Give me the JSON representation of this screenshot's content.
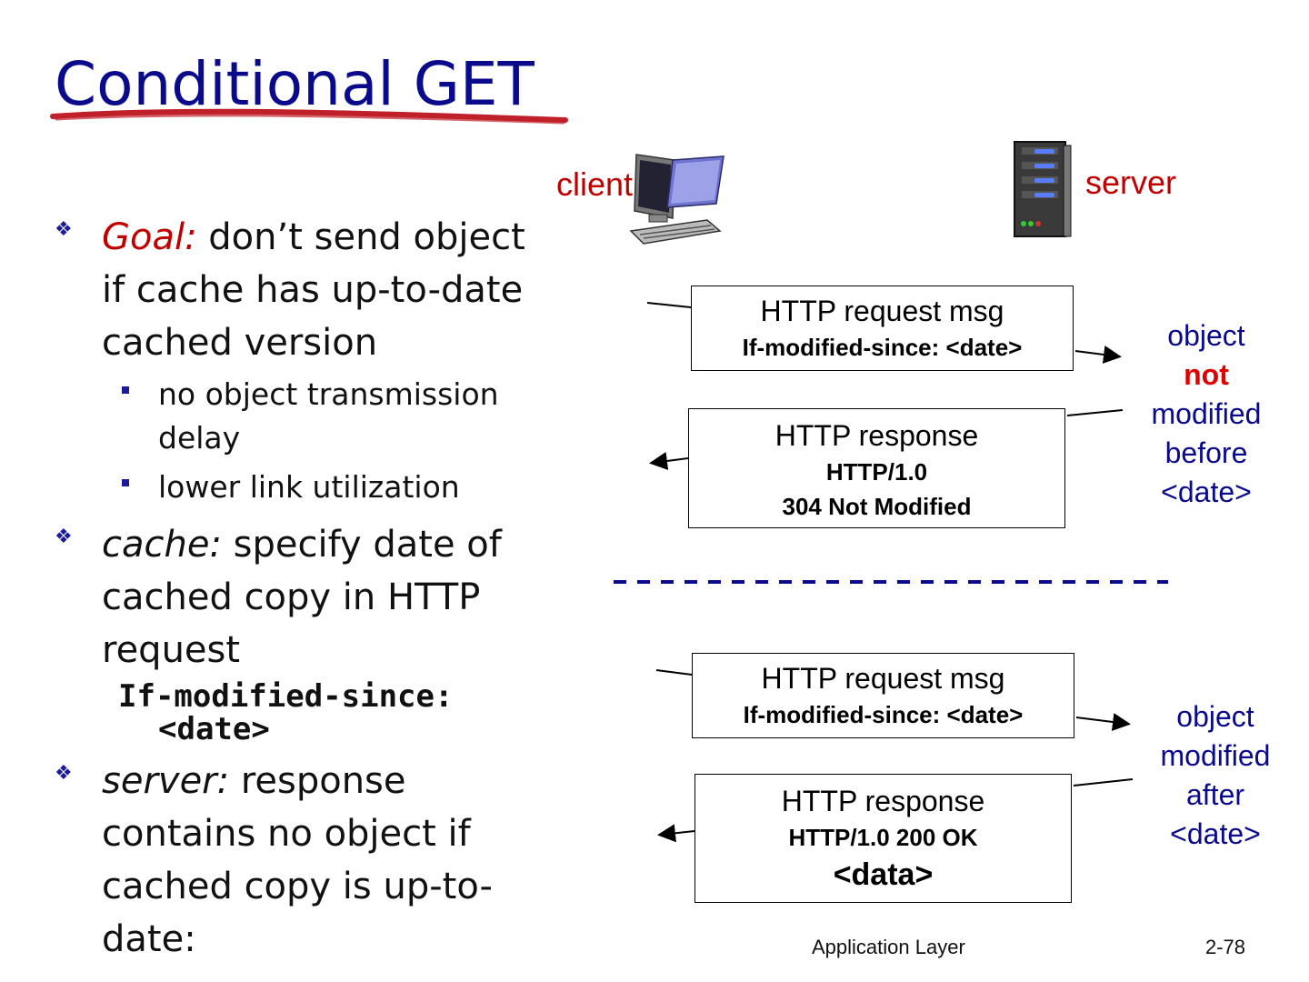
{
  "title": "Conditional GET",
  "bullets": {
    "goal": {
      "label": "Goal:",
      "lines": [
        " don’t send object",
        "if cache has up-to-date",
        "cached version"
      ]
    },
    "sub": [
      {
        "lines": [
          "no object transmission",
          "delay"
        ]
      },
      {
        "lines": [
          "lower link utilization"
        ]
      }
    ],
    "cache": {
      "label": "cache:",
      "lines": [
        " specify date of",
        "cached copy in HTTP",
        "request"
      ],
      "code": [
        "If-modified-since:",
        "<date>"
      ]
    },
    "server": {
      "label": "server:",
      "lines": [
        " response",
        "contains no object if",
        "cached copy is up-to-",
        "date:"
      ]
    }
  },
  "diagram": {
    "client_label": "client",
    "server_label": "server",
    "top": {
      "request": {
        "line1": "HTTP request msg",
        "line2": "If-modified-since: <date>"
      },
      "response": {
        "line1": "HTTP response",
        "line2": "HTTP/1.0",
        "line3": "304 Not Modified"
      },
      "note": {
        "w1": "object",
        "w2": "not",
        "w3": "modified",
        "w4": "before",
        "w5": "<date>"
      }
    },
    "bottom": {
      "request": {
        "line1": "HTTP request msg",
        "line2": "If-modified-since: <date>"
      },
      "response": {
        "line1": "HTTP response",
        "line2": "HTTP/1.0 200 OK",
        "line3": "<data>"
      },
      "note": {
        "w1": "object",
        "w2": "modified",
        "w3": "after",
        "w4": "<date>"
      }
    }
  },
  "footer": {
    "section": "Application Layer",
    "page": "2-78"
  },
  "colors": {
    "title": "#0a0a8c",
    "accent_red": "#c00000",
    "note_blue": "#0a0a8c"
  },
  "icons": {
    "client": "desktop-computer-icon",
    "server": "server-tower-icon",
    "bullet": "diamond-bullet-icon",
    "sub_bullet": "square-bullet-icon"
  }
}
